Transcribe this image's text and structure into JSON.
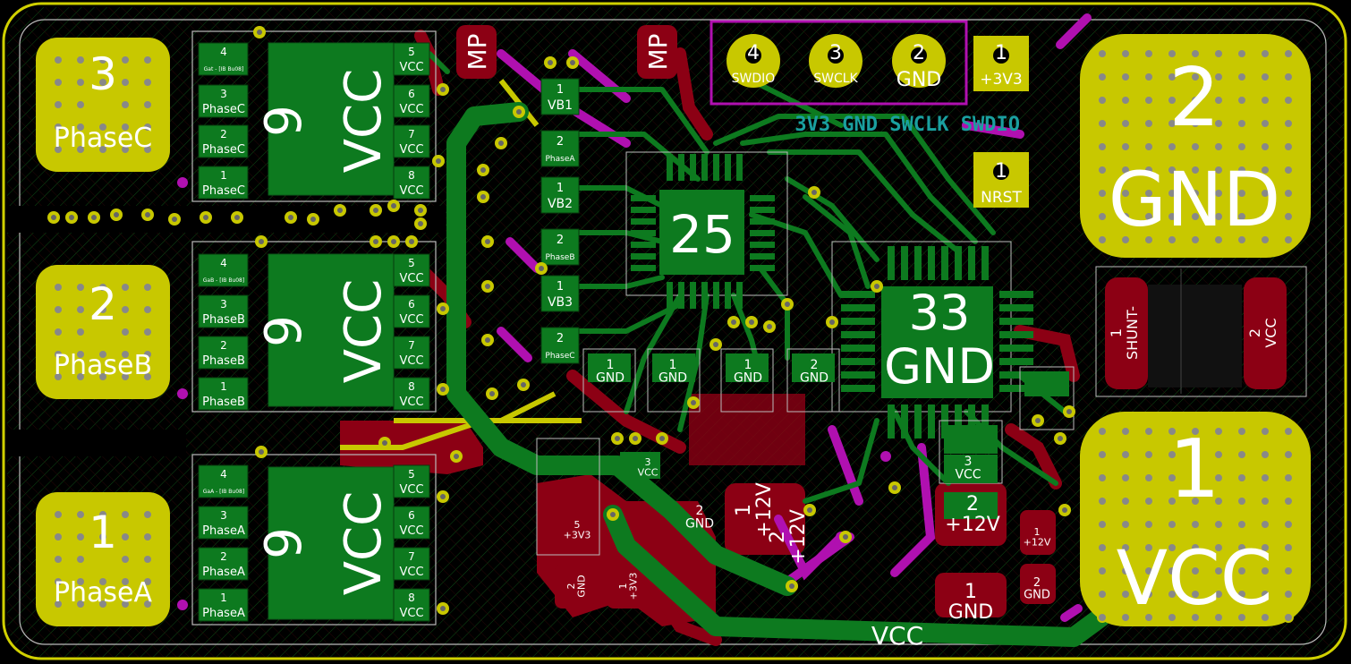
{
  "colors": {
    "background": "#000000",
    "copper_front": "#0d7a1f",
    "copper_back": "#8c0014",
    "pad_gold": "#c8c800",
    "via_magenta": "#b010b0",
    "silkscreen": "#ffffff",
    "edge_cuts": "#d0d000",
    "silk_back": "#1aa0a0"
  },
  "terminals": {
    "phase_c": {
      "num": "3",
      "name": "PhaseC"
    },
    "phase_b": {
      "num": "2",
      "name": "PhaseB"
    },
    "phase_a": {
      "num": "1",
      "name": "PhaseA"
    },
    "gnd": {
      "num": "2",
      "name": "GND"
    },
    "vcc": {
      "num": "1",
      "name": "VCC"
    }
  },
  "mosfets": [
    {
      "tab_num": "9",
      "tab_name": "VCC",
      "gate_tiny": "Gat - [IB Bu08]",
      "left_pins": [
        {
          "n": "4",
          "name": ""
        },
        {
          "n": "3",
          "name": "PhaseC"
        },
        {
          "n": "2",
          "name": "PhaseC"
        },
        {
          "n": "1",
          "name": "PhaseC"
        }
      ],
      "right_pins": [
        {
          "n": "5",
          "name": "VCC"
        },
        {
          "n": "6",
          "name": "VCC"
        },
        {
          "n": "7",
          "name": "VCC"
        },
        {
          "n": "8",
          "name": "VCC"
        }
      ]
    },
    {
      "tab_num": "9",
      "tab_name": "VCC",
      "gate_tiny": "GaB - [IB Bu08]",
      "left_pins": [
        {
          "n": "4",
          "name": ""
        },
        {
          "n": "3",
          "name": "PhaseB"
        },
        {
          "n": "2",
          "name": "PhaseB"
        },
        {
          "n": "1",
          "name": "PhaseB"
        }
      ],
      "right_pins": [
        {
          "n": "5",
          "name": "VCC"
        },
        {
          "n": "6",
          "name": "VCC"
        },
        {
          "n": "7",
          "name": "VCC"
        },
        {
          "n": "8",
          "name": "VCC"
        }
      ]
    },
    {
      "tab_num": "9",
      "tab_name": "VCC",
      "gate_tiny": "GaA - [IB Bu08]",
      "left_pins": [
        {
          "n": "4",
          "name": ""
        },
        {
          "n": "3",
          "name": "PhaseA"
        },
        {
          "n": "2",
          "name": "PhaseA"
        },
        {
          "n": "1",
          "name": "PhaseA"
        }
      ],
      "right_pins": [
        {
          "n": "5",
          "name": "VCC"
        },
        {
          "n": "6",
          "name": "VCC"
        },
        {
          "n": "7",
          "name": "VCC"
        },
        {
          "n": "8",
          "name": "VCC"
        }
      ]
    }
  ],
  "mp_labels": [
    "MP",
    "MP"
  ],
  "swd_header": [
    {
      "n": "4",
      "name": "SWDIO"
    },
    {
      "n": "3",
      "name": "SWCLK"
    },
    {
      "n": "2",
      "name": "GND"
    },
    {
      "n": "1",
      "name": "+3V3"
    }
  ],
  "swd_silk_back": "3V3  GND SWCLK SWDIO",
  "nrst": {
    "n": "1",
    "name": "NRST"
  },
  "bootstrap": [
    {
      "n": "1",
      "name": "VB1"
    },
    {
      "n": "2",
      "name": "PhaseA"
    },
    {
      "n": "1",
      "name": "VB2"
    },
    {
      "n": "2",
      "name": "PhaseB"
    },
    {
      "n": "1",
      "name": "VB3"
    },
    {
      "n": "2",
      "name": "PhaseC"
    }
  ],
  "driver_ic": {
    "num": "25"
  },
  "mcu_ic": {
    "num": "33",
    "name": "GND"
  },
  "shunt": [
    {
      "n": "1",
      "name": "SHUNT-"
    },
    {
      "n": "2",
      "name": "VCC"
    }
  ],
  "small_pads": [
    {
      "n": "1",
      "name": "GND"
    },
    {
      "n": "1",
      "name": "GND"
    },
    {
      "n": "1",
      "name": "GND"
    },
    {
      "n": "2",
      "name": "GND"
    },
    {
      "n": "1",
      "name": "+12V"
    },
    {
      "n": "2",
      "name": "+12V"
    },
    {
      "n": "2",
      "name": "+12V"
    },
    {
      "n": "1",
      "name": "+12V"
    },
    {
      "n": "2",
      "name": "GND"
    },
    {
      "n": "1",
      "name": "GND"
    },
    {
      "n": "5",
      "name": "+3V3"
    },
    {
      "n": "2",
      "name": "GND"
    },
    {
      "n": "1",
      "name": "+3V3"
    },
    {
      "n": "2",
      "name": "GND"
    },
    {
      "n": "3",
      "name": "VCC"
    },
    {
      "n": "3",
      "name": "VCC"
    }
  ],
  "net_label": "VCC"
}
